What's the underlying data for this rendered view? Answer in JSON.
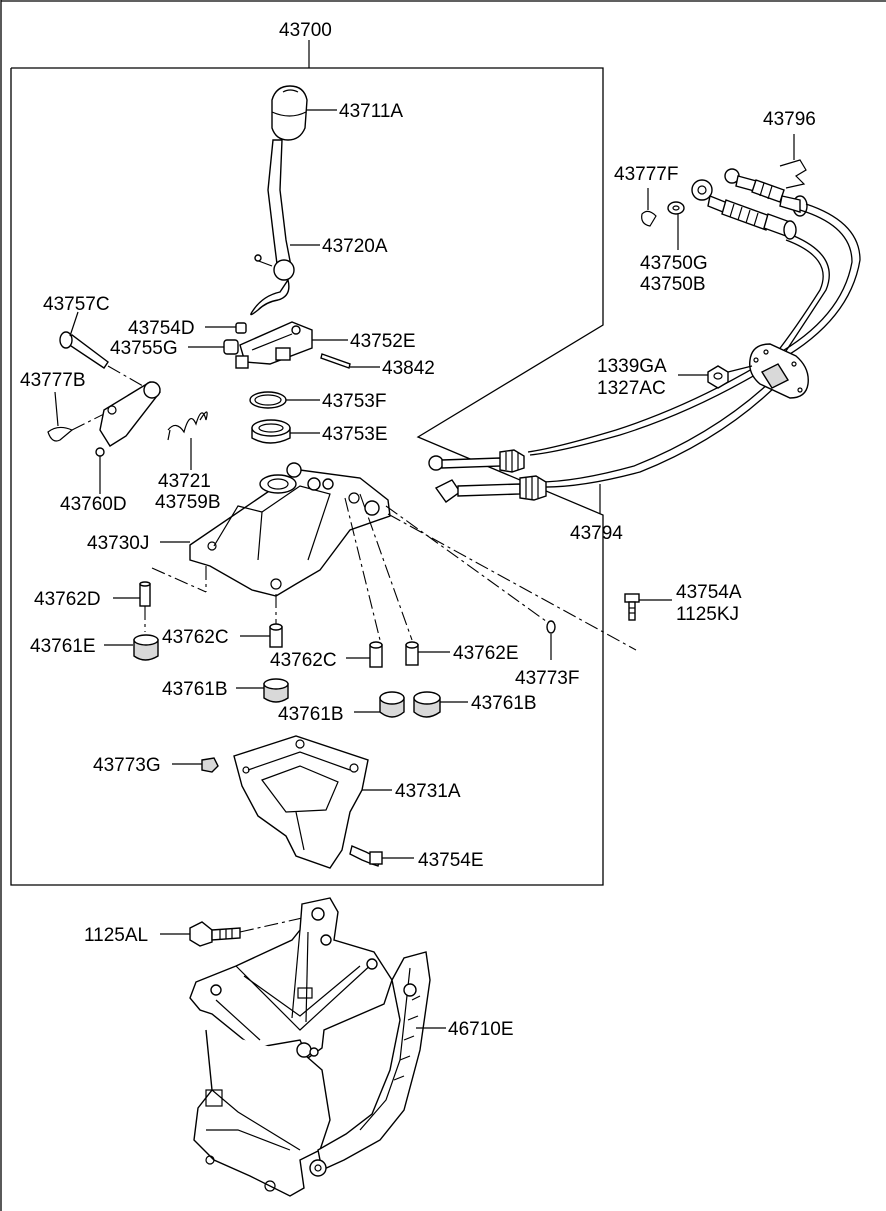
{
  "diagram": {
    "labels": {
      "main_assembly": "43700",
      "knob": "43711A",
      "lever": "43720A",
      "clip_43796": "43796",
      "pin_43777F": "43777F",
      "washer_g": "43750G",
      "washer_b": "43750B",
      "pin_43757C": "43757C",
      "part_43754D": "43754D",
      "part_43755G": "43755G",
      "part_43752E": "43752E",
      "pin_43842": "43842",
      "pin_43777B": "43777B",
      "ring_43753F": "43753F",
      "bushing_43753E": "43753E",
      "nut_1339GA": "1339GA",
      "nut_1327AC": "1327AC",
      "spring_43721": "43721",
      "spring_43759B": "43759B",
      "arm_43760D": "43760D",
      "cable_43794": "43794",
      "base_43730J": "43730J",
      "bolt_43754A": "43754A",
      "bolt_1125KJ": "1125KJ",
      "collar_43762D": "43762D",
      "collar_43762C_left": "43762C",
      "collar_43762C_right": "43762C",
      "collar_43762E": "43762E",
      "bush_43761E": "43761E",
      "washer_43773F": "43773F",
      "bush_43761B_left": "43761B",
      "bush_43761B_mid": "43761B",
      "bush_43761B_right": "43761B",
      "nut_43773G": "43773G",
      "housing_43731A": "43731A",
      "bolt_43754E": "43754E",
      "bolt_1125AL": "1125AL",
      "bracket_46710E": "46710E"
    }
  }
}
